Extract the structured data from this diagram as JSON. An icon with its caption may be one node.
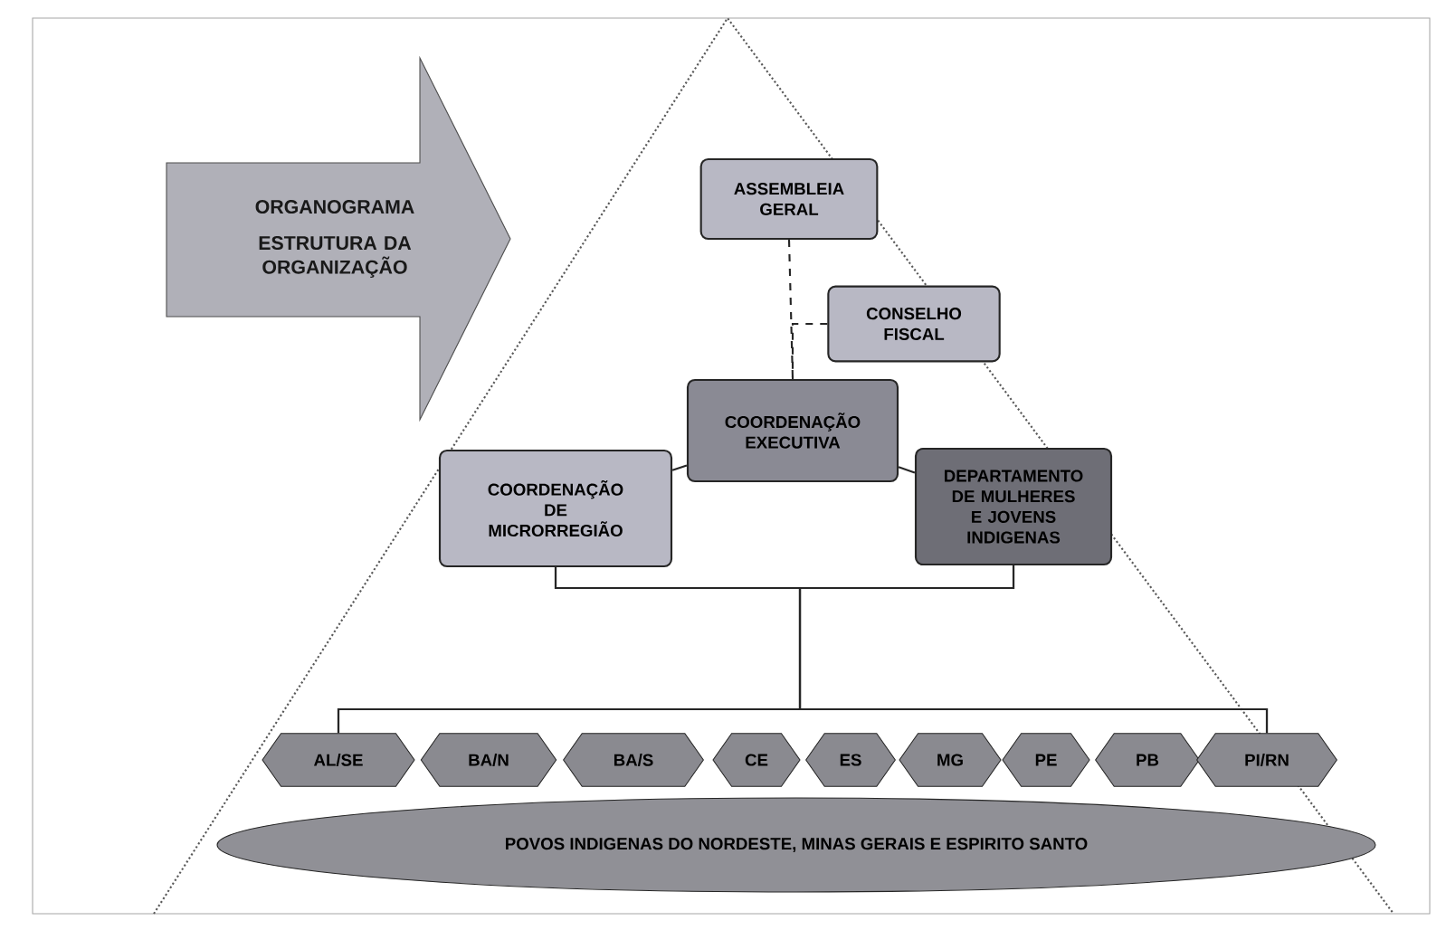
{
  "diagram": {
    "nodes": [
      {
        "text": [
          "ORGANOGRAMA",
          "ESTRUTURA DA ORGANIZAÇÃO"
        ]
      },
      {
        "text": [
          "ASSEMBLEIA GERAL"
        ]
      },
      {
        "text": [
          "CONSELHO FISCAL"
        ]
      },
      {
        "text": [
          "COORDENAÇÃO EXECUTIVA"
        ]
      },
      {
        "text": [
          "COORDENAÇÃO DE MICRORREGIÃO"
        ]
      },
      {
        "text": [
          "DEPARTAMENTO DE MULHERES E JOVENS INDIGENAS"
        ]
      },
      {
        "text": [
          "AL/SE"
        ]
      },
      {
        "text": [
          "BA/N"
        ]
      },
      {
        "text": [
          "BA/S"
        ]
      },
      {
        "text": [
          "CE"
        ]
      },
      {
        "text": [
          "ES"
        ]
      },
      {
        "text": [
          "MG"
        ]
      },
      {
        "text": [
          "PE"
        ]
      },
      {
        "text": [
          "PB"
        ]
      },
      {
        "text": [
          "PI/RN"
        ]
      },
      {
        "text": [
          "POVOS INDIGENAS DO NORDESTE, MINAS GERAIS E ESPIRITO SANTO"
        ]
      }
    ],
    "edges": [
      {
        "from": 1,
        "to": 3,
        "arrow": "none",
        "style": "dashed"
      },
      {
        "from": 2,
        "to": 3,
        "arrow": "none",
        "style": "dashed"
      },
      {
        "from": 3,
        "to": 4,
        "arrow": "none"
      },
      {
        "from": 3,
        "to": 5,
        "arrow": "none"
      },
      {
        "from": 4,
        "to": 6,
        "arrow": "none"
      },
      {
        "from": 4,
        "to": 14,
        "arrow": "none"
      },
      {
        "from": 5,
        "to": 6,
        "arrow": "none"
      },
      {
        "from": 5,
        "to": 14,
        "arrow": "none"
      }
    ]
  }
}
